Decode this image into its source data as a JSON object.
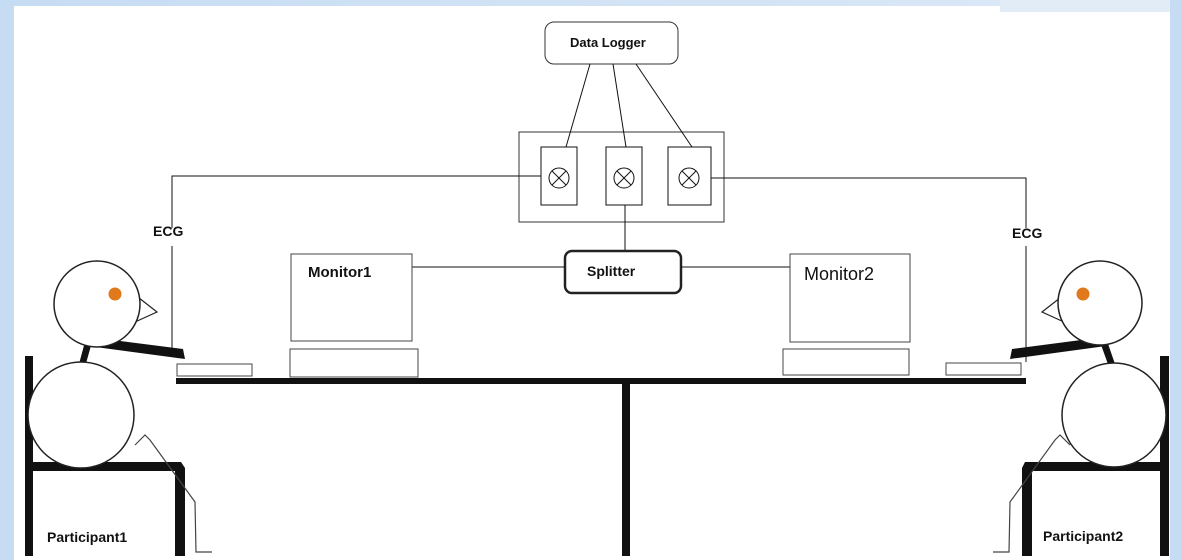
{
  "diagram": {
    "nodes": {
      "data_logger": "Data Logger",
      "splitter": "Splitter",
      "monitor1": "Monitor1",
      "monitor2": "Monitor2"
    },
    "signals": {
      "ecg_left": "ECG",
      "ecg_right": "ECG"
    },
    "participants": {
      "participant1": "Participant1",
      "participant2": "Participant2"
    },
    "colors": {
      "frame_blue": "#c6dcf3",
      "eye_orange": "#e0781c",
      "stroke": "#111111"
    }
  }
}
